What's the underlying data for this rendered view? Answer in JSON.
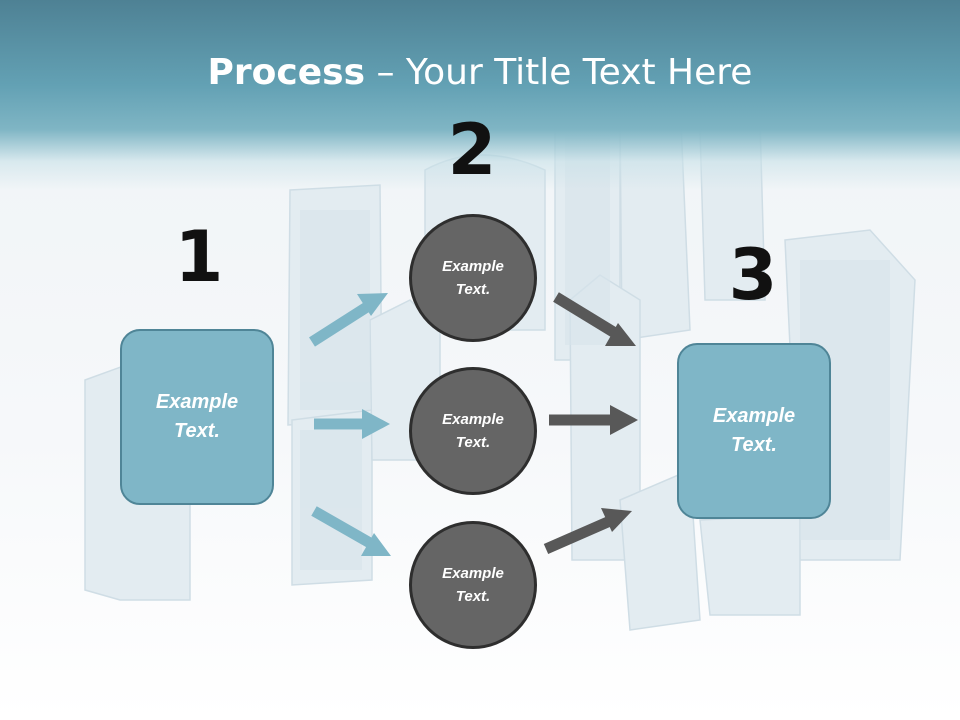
{
  "title": {
    "bold": "Process",
    "rest": " – Your Title Text Here"
  },
  "steps": [
    {
      "number": "1",
      "text_line1": "Example",
      "text_line2": "Text."
    },
    {
      "number": "2"
    },
    {
      "number": "3",
      "text_line1": "Example",
      "text_line2": "Text."
    }
  ],
  "circles": [
    {
      "line1": "Example",
      "line2": "Text."
    },
    {
      "line1": "Example",
      "line2": "Text."
    },
    {
      "line1": "Example",
      "line2": "Text."
    }
  ],
  "colors": {
    "header": "#5f9cb0",
    "box_fill": "#7fb6c7",
    "circle_fill": "#656565",
    "arrow_blue": "#7fb6c7",
    "arrow_dark": "#585858"
  }
}
